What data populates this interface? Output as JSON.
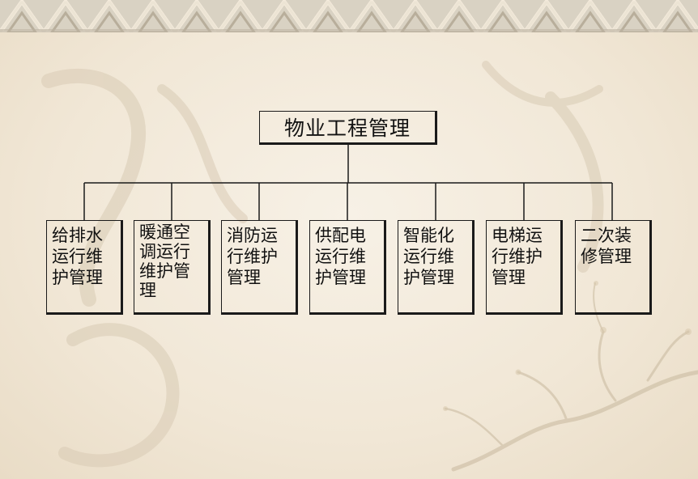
{
  "diagram": {
    "root": {
      "label": "物业工程管理"
    },
    "children": [
      {
        "label": "给排水运行维护管理"
      },
      {
        "label": "暖通空调运行维护管理"
      },
      {
        "label": "消防运行维护管理"
      },
      {
        "label": "供配电运行维护管理"
      },
      {
        "label": "智能化运行维护管理"
      },
      {
        "label": "电梯运行维护管理"
      },
      {
        "label": "二次装修管理"
      }
    ]
  },
  "theme": {
    "background": "#f3eadb",
    "ink": "#1a1a1a",
    "border_band": "#cfc7b6"
  }
}
